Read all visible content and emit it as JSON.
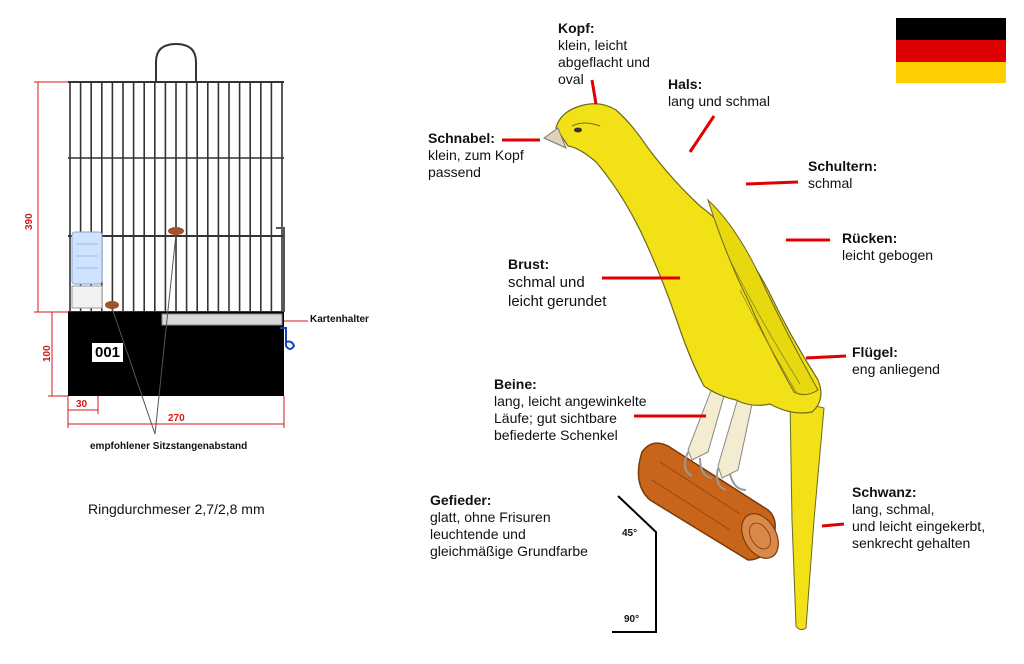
{
  "flag": {
    "colors": [
      "#000000",
      "#dd0000",
      "#ffce00"
    ]
  },
  "cage": {
    "height_top_label": "390",
    "height_base_label": "100",
    "width_label": "270",
    "offset_label": "30",
    "card_holder_label": "Kartenhalter",
    "cage_number": "001",
    "perch_note": "empfohlener Sitzstangenabstand"
  },
  "ring_text": "Ringdurchmeser  2,7/2,8 mm",
  "bird": {
    "kopf": {
      "title": "Kopf:",
      "desc": "klein, leicht\nabgeflacht und\noval"
    },
    "hals": {
      "title": "Hals:",
      "desc": "lang und schmal"
    },
    "schnabel": {
      "title": "Schnabel:",
      "desc": "klein, zum Kopf\npassend"
    },
    "schultern": {
      "title": "Schultern:",
      "desc": "schmal"
    },
    "ruecken": {
      "title": "Rücken:",
      "desc": "leicht gebogen"
    },
    "brust": {
      "title": "Brust:",
      "desc": "schmal und\nleicht gerundet"
    },
    "fluegel": {
      "title": "Flügel:",
      "desc": "eng anliegend"
    },
    "beine": {
      "title": "Beine:",
      "desc": "lang, leicht angewinkelte\nLäufe; gut sichtbare\nbefiederte Schenkel"
    },
    "gefieder": {
      "title": "Gefieder:",
      "desc": "glatt, ohne Frisuren\nleuchtende und\ngleichmäßige Grundfarbe"
    },
    "schwanz": {
      "title": "Schwanz:",
      "desc": "lang, schmal,\nund leicht eingekerbt,\nsenkrecht gehalten"
    }
  },
  "angles": {
    "upper": "45°",
    "lower": "90°"
  }
}
